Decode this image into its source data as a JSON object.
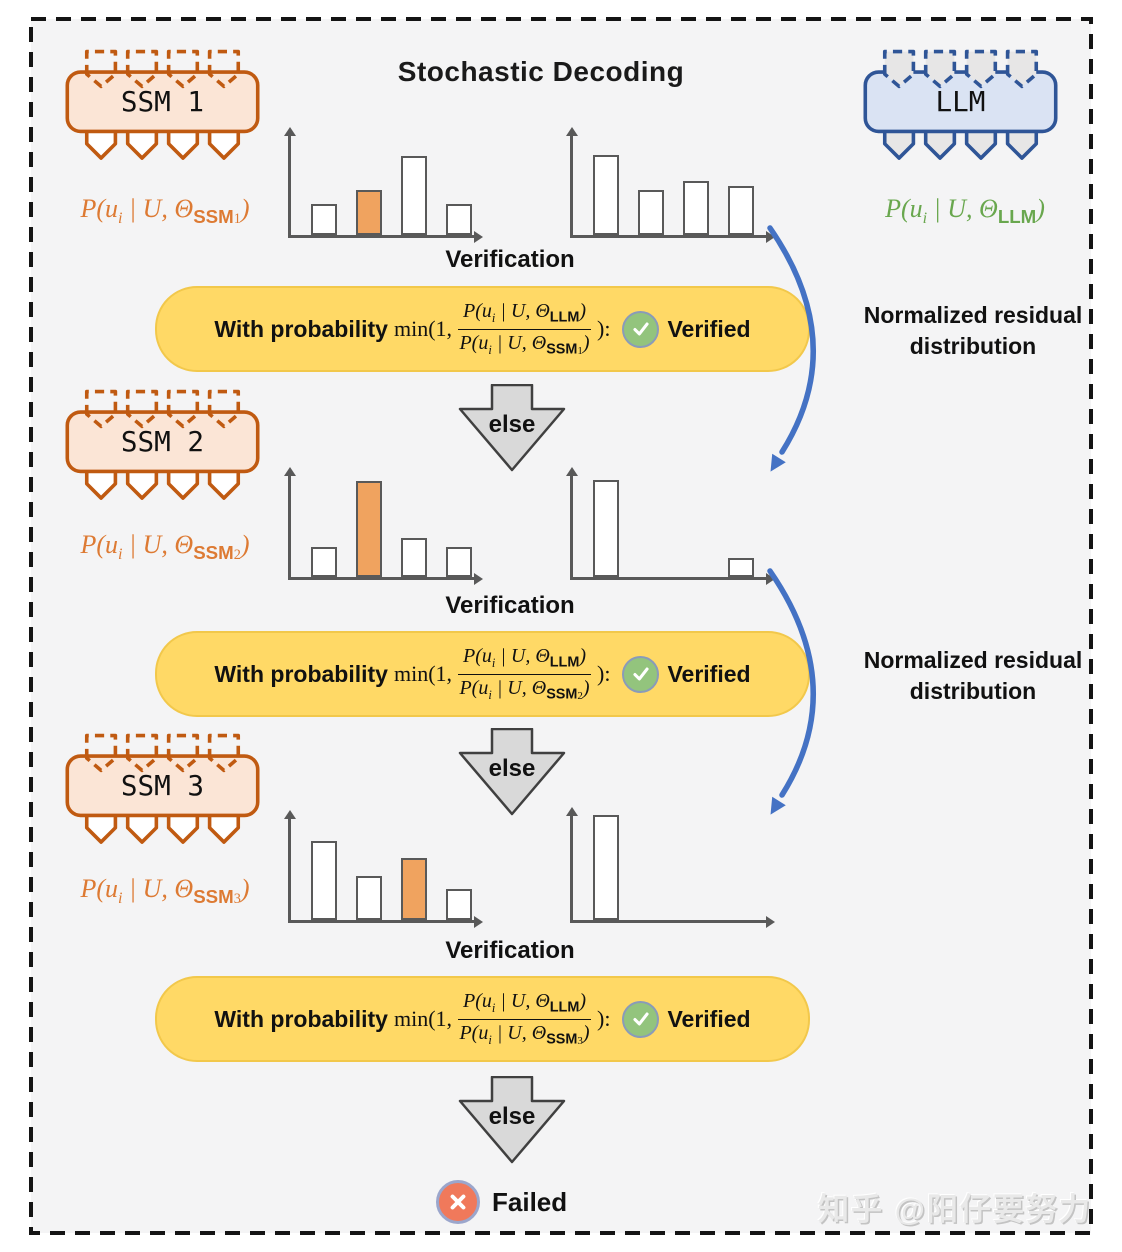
{
  "title": "Stochastic Decoding",
  "chips": {
    "ssm1": {
      "label": "SSM 1"
    },
    "ssm2": {
      "label": "SSM 2"
    },
    "ssm3": {
      "label": "SSM 3"
    },
    "llm": {
      "label": "LLM"
    }
  },
  "math": {
    "p_open": "P(u",
    "sub_i": "i",
    "mid": " | U, Θ",
    "close": ")",
    "min_open": "min(1,",
    "colon_close": "):"
  },
  "dist_labels": {
    "ssm1": {
      "model": "SSM",
      "idx": "1"
    },
    "ssm2": {
      "model": "SSM",
      "idx": "2"
    },
    "ssm3": {
      "model": "SSM",
      "idx": "3"
    },
    "llm": {
      "model": "LLM",
      "idx": ""
    }
  },
  "verification_label": "Verification",
  "verify_boxes": [
    {
      "prefix": "With probability",
      "num_model": "LLM",
      "den_model": "SSM",
      "den_idx": "1",
      "verified": "Verified"
    },
    {
      "prefix": "With probability",
      "num_model": "LLM",
      "den_model": "SSM",
      "den_idx": "2",
      "verified": "Verified"
    },
    {
      "prefix": "With probability",
      "num_model": "LLM",
      "den_model": "SSM",
      "den_idx": "3",
      "verified": "Verified"
    }
  ],
  "else_label": "else",
  "residual_label": {
    "line1": "Normalized residual",
    "line2": "distribution"
  },
  "failed_label": "Failed",
  "watermark": "知乎 @阳仔要努力",
  "colors": {
    "ssm_accent": "#C05A11",
    "ssm_fill": "#FBE5D6",
    "ssm_text": "#DD7A33",
    "llm_accent": "#2F5597",
    "llm_fill": "#DAE3F3",
    "llm_pin": "#E7E6E6",
    "llm_text": "#69A74E",
    "box_fill": "#FFD966",
    "highlight_bar": "#F0A35F",
    "verified_green": "#93C47D",
    "failed_red": "#F0795B",
    "arrow_blue": "#4472C4",
    "else_gray": "#D9D9D9",
    "axis_gray": "#595959",
    "background": "#F4F4F5"
  },
  "chart_data": [
    {
      "id": "ssm1_draft_distribution",
      "type": "bar",
      "values": [
        0.3,
        0.44,
        0.77,
        0.3
      ],
      "highlight_index": 1,
      "ylim": [
        0,
        1
      ]
    },
    {
      "id": "llm_target_distribution",
      "type": "bar",
      "values": [
        0.78,
        0.44,
        0.52,
        0.48
      ],
      "highlight_index": null,
      "ylim": [
        0,
        1
      ]
    },
    {
      "id": "ssm2_draft_distribution",
      "type": "bar",
      "values": [
        0.29,
        0.91,
        0.37,
        0.29
      ],
      "highlight_index": 1,
      "ylim": [
        0,
        1
      ]
    },
    {
      "id": "normalized_residual_distribution_1",
      "type": "bar",
      "values": [
        0.92,
        null,
        null,
        0.18
      ],
      "highlight_index": null,
      "ylim": [
        0,
        1
      ]
    },
    {
      "id": "ssm3_draft_distribution",
      "type": "bar",
      "values": [
        0.75,
        0.42,
        0.59,
        0.3
      ],
      "highlight_index": 2,
      "ylim": [
        0,
        1
      ]
    },
    {
      "id": "normalized_residual_distribution_2",
      "type": "bar",
      "values": [
        0.97,
        null,
        null,
        null
      ],
      "highlight_index": null,
      "ylim": [
        0,
        1
      ]
    }
  ]
}
